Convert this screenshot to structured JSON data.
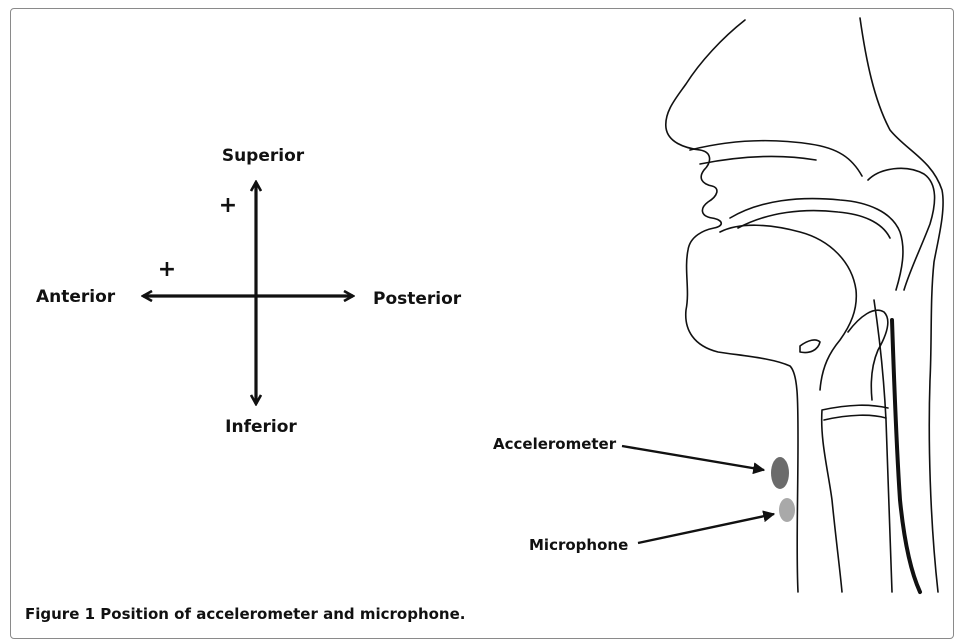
{
  "figure": {
    "directions": {
      "superior": "Superior",
      "inferior": "Inferior",
      "anterior": "Anterior",
      "posterior": "Posterior",
      "plus_vertical": "+",
      "plus_horizontal": "+"
    },
    "labels": {
      "accelerometer": "Accelerometer",
      "microphone": "Microphone"
    },
    "caption": {
      "number": "Figure 1",
      "text": "Position of accelerometer and microphone."
    },
    "colors": {
      "accelerometer_sensor": "#6b6b6b",
      "microphone_sensor": "#a9a9a9",
      "outline": "#111111"
    }
  }
}
